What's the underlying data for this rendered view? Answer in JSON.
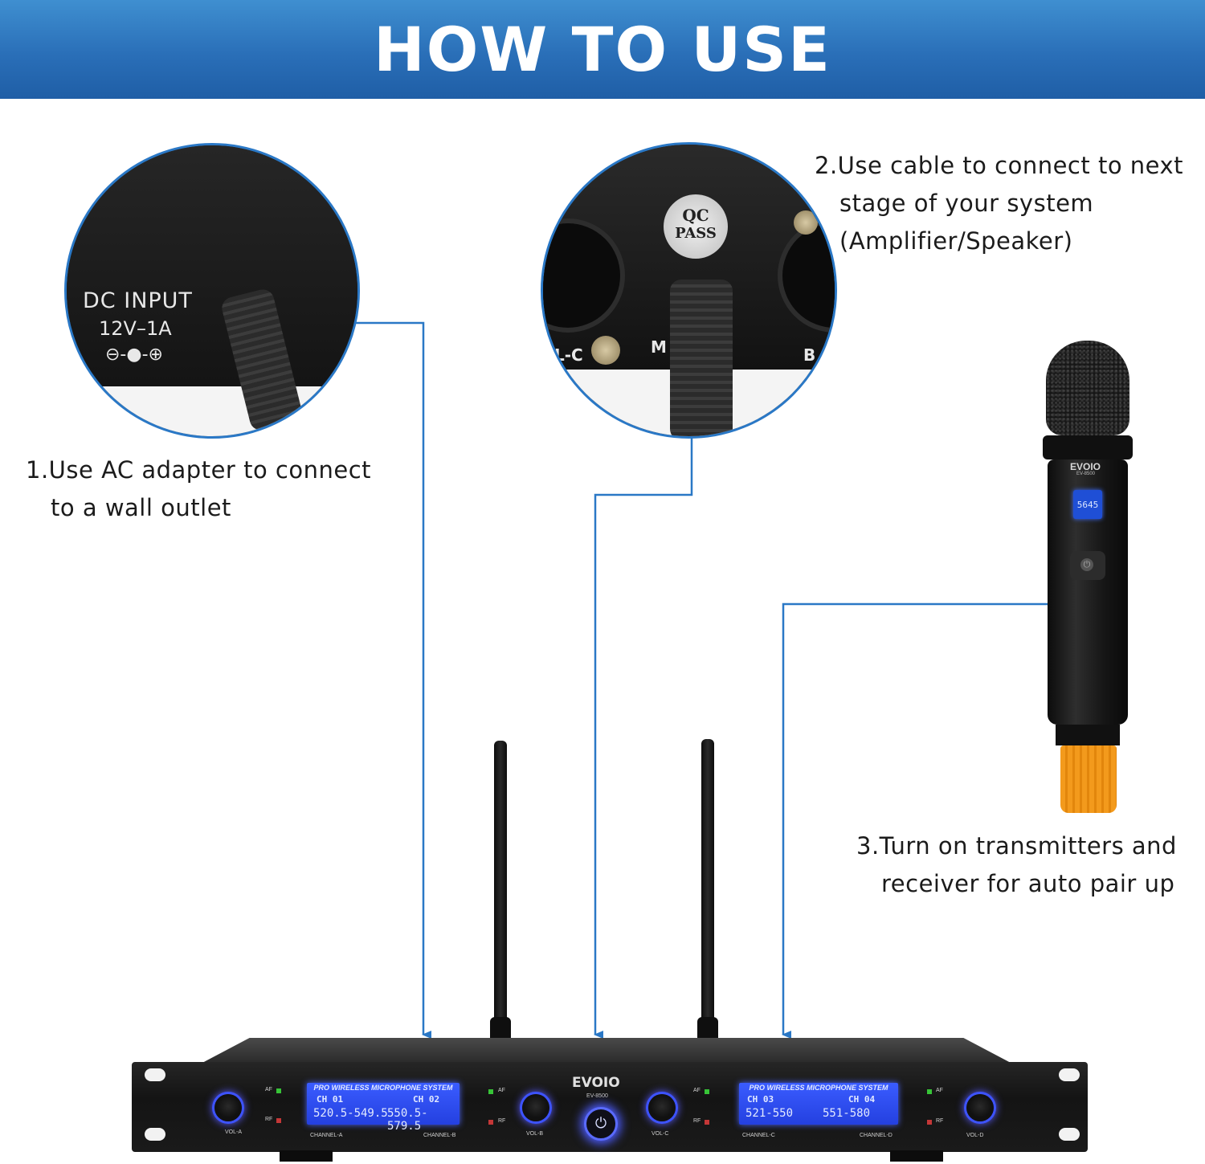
{
  "header": {
    "title": "HOW TO USE"
  },
  "steps": [
    {
      "line1": "1.Use AC adapter to connect",
      "line2": "to a wall outlet"
    },
    {
      "line1": "2.Use cable to connect to next",
      "line2": "stage of your system",
      "line3": "(Amplifier/Speaker)"
    },
    {
      "line1": "3.Turn on transmitters and",
      "line2": "receiver for auto pair up"
    }
  ],
  "closeup_dc": {
    "label": "DC INPUT",
    "rating": "12V–1A",
    "polarity": "⊖-●-⊕"
  },
  "closeup_output": {
    "badge_line1": "QC",
    "badge_line2": "PASS",
    "label_left": "L-C",
    "label_mid": "M",
    "label_right": "B"
  },
  "microphone": {
    "brand": "EVOIO",
    "model": "EV-8500",
    "display": "5645"
  },
  "receiver": {
    "brand": "EVOIO",
    "model": "EV-8500",
    "lcd_title": "PRO WIRELESS MICROPHONE SYSTEM",
    "channels": [
      {
        "id": "CH 01",
        "freq": "520.5-549.5",
        "label": "CHANNEL-A"
      },
      {
        "id": "CH 02",
        "freq": "550.5-579.5",
        "label": "CHANNEL-B"
      },
      {
        "id": "CH 03",
        "freq": "521-550",
        "label": "CHANNEL-C"
      },
      {
        "id": "CH 04",
        "freq": "551-580",
        "label": "CHANNEL-D"
      }
    ],
    "volumes": [
      "VOL-A",
      "VOL-B",
      "VOL-C",
      "VOL-D"
    ],
    "indicators": {
      "af": "AF",
      "rf": "RF"
    },
    "power_symbol": "⏻"
  },
  "colors": {
    "banner": "#2a6fb8",
    "connector_line": "#2a78c6",
    "mic_cap": "#f39a1c",
    "lcd": "#2f4ff0"
  }
}
